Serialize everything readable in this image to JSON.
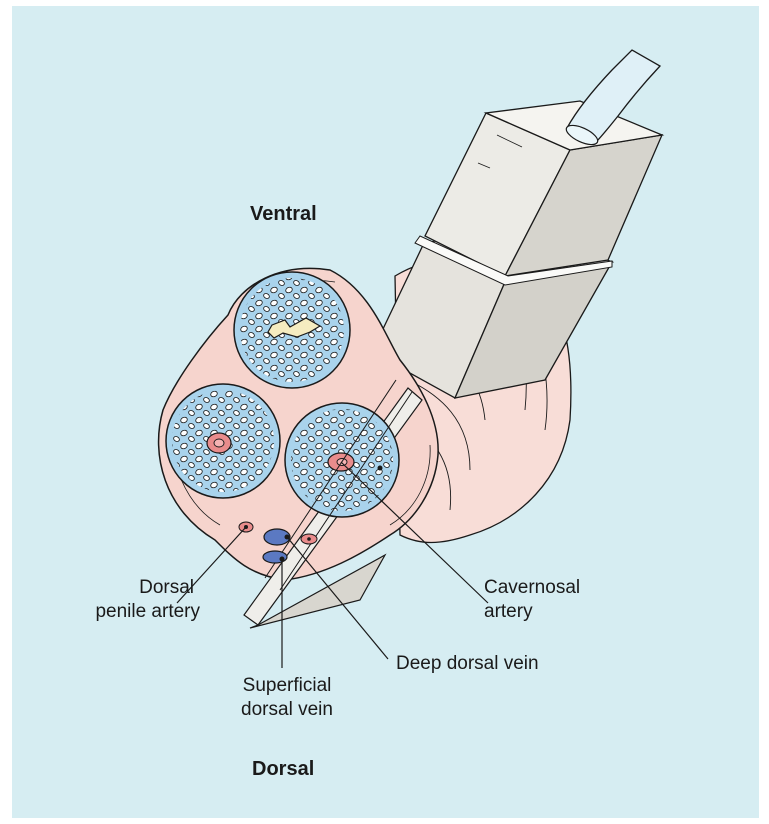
{
  "labels": {
    "ventral": "Ventral",
    "dorsal": "Dorsal",
    "dorsal_penile_artery": [
      "Dorsal",
      "penile artery"
    ],
    "cavernosal_artery": [
      "Cavernosal",
      "artery"
    ],
    "deep_dorsal_vein": "Deep dorsal vein",
    "superficial_dorsal_vein": [
      "Superficial",
      "dorsal vein"
    ]
  },
  "colors": {
    "background": "#d6edf2",
    "skin": "#f6d4cd",
    "skin_light": "#fbe6e1",
    "corpus": "#a9d3ec",
    "artery": "#e98c8c",
    "vein": "#5b79c2",
    "transducer": "#e7e5df",
    "urethra": "#f5ecc0"
  },
  "icons": [
    "ultrasound-transducer-icon",
    "cable-icon"
  ]
}
